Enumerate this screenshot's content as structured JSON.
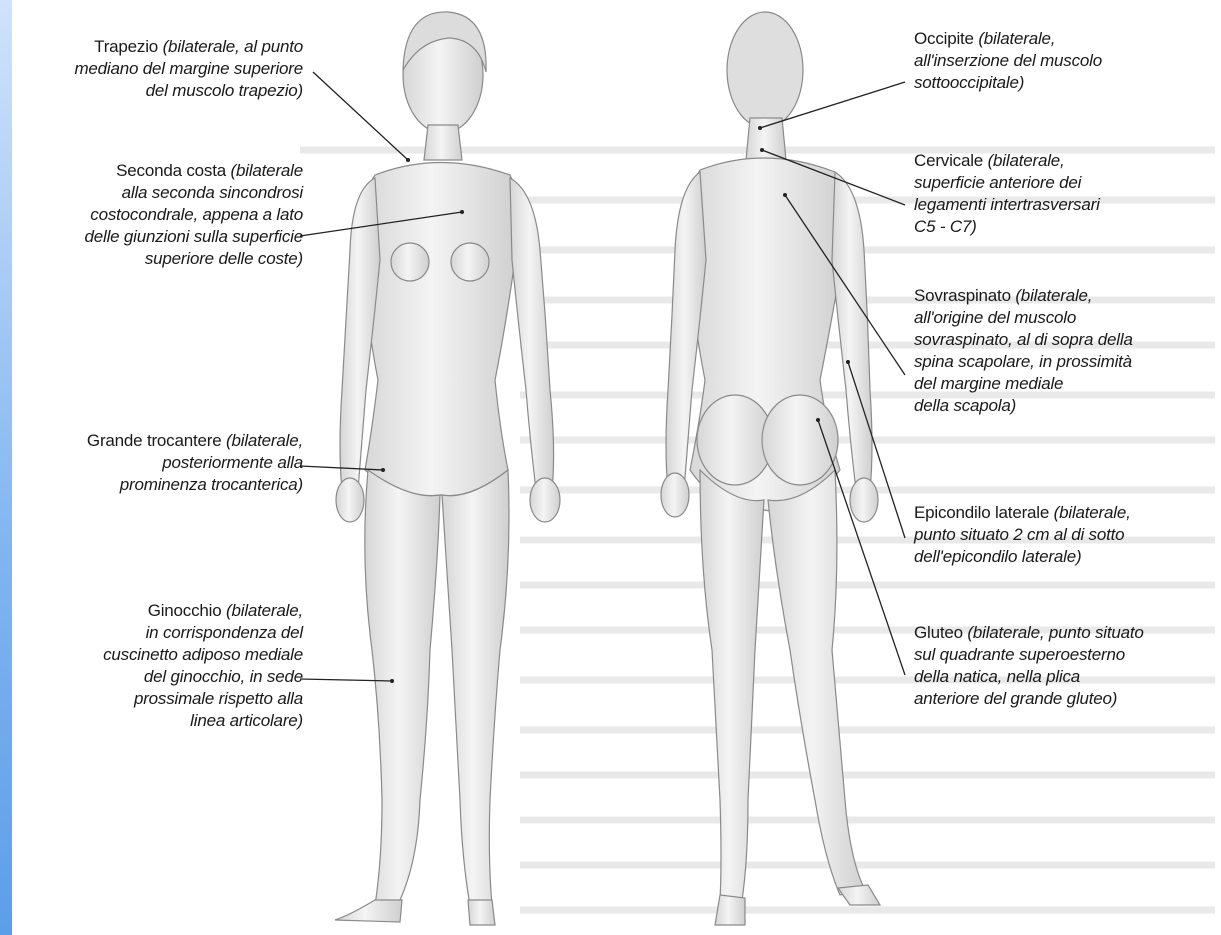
{
  "labels_left": [
    {
      "title": "Trapezio",
      "desc_lines": [
        " (bilaterale, al punto",
        "mediano del margine superiore",
        "del muscolo trapezio)"
      ]
    },
    {
      "title": "Seconda costa",
      "desc_lines": [
        " (bilaterale",
        "alla seconda sincondrosi",
        "costocondrale, appena a lato",
        "delle giunzioni sulla superficie",
        "superiore delle coste)"
      ]
    },
    {
      "title": "Grande trocantere",
      "desc_lines": [
        " (bilaterale,",
        "posteriormente alla",
        "prominenza trocanterica)"
      ]
    },
    {
      "title": "Ginocchio",
      "desc_lines": [
        " (bilaterale,",
        "in corrispondenza del",
        "cuscinetto adiposo mediale",
        "del ginocchio, in sede",
        "prossimale rispetto alla",
        "linea articolare)"
      ]
    }
  ],
  "labels_right": [
    {
      "title": "Occipite",
      "desc_lines": [
        " (bilaterale,",
        "all'inserzione del muscolo",
        "sottooccipitale)"
      ]
    },
    {
      "title": "Cervicale",
      "desc_lines": [
        " (bilaterale,",
        "superficie anteriore dei",
        "legamenti intertrasversari",
        "C5 - C7)"
      ]
    },
    {
      "title": "Sovraspinato",
      "desc_lines": [
        " (bilaterale,",
        "all'origine del muscolo",
        "sovraspinato, al di sopra della",
        "spina scapolare, in prossimità",
        "del margine mediale",
        "della scapola)"
      ]
    },
    {
      "title": "Epicondilo laterale",
      "desc_lines": [
        " (bilaterale,",
        "punto situato 2 cm al di sotto",
        "dell'epicondilo laterale)"
      ]
    },
    {
      "title": "Gluteo",
      "desc_lines": [
        " (bilaterale, punto situato",
        "sul quadrante superoesterno",
        "della natica, nella plica",
        "anteriore del grande gluteo)"
      ]
    }
  ],
  "colors": {
    "figure_fill": "#ececec",
    "figure_stroke": "#8a8a8a",
    "sidebar": "#6fa8ee",
    "text": "#1a1a1a"
  }
}
